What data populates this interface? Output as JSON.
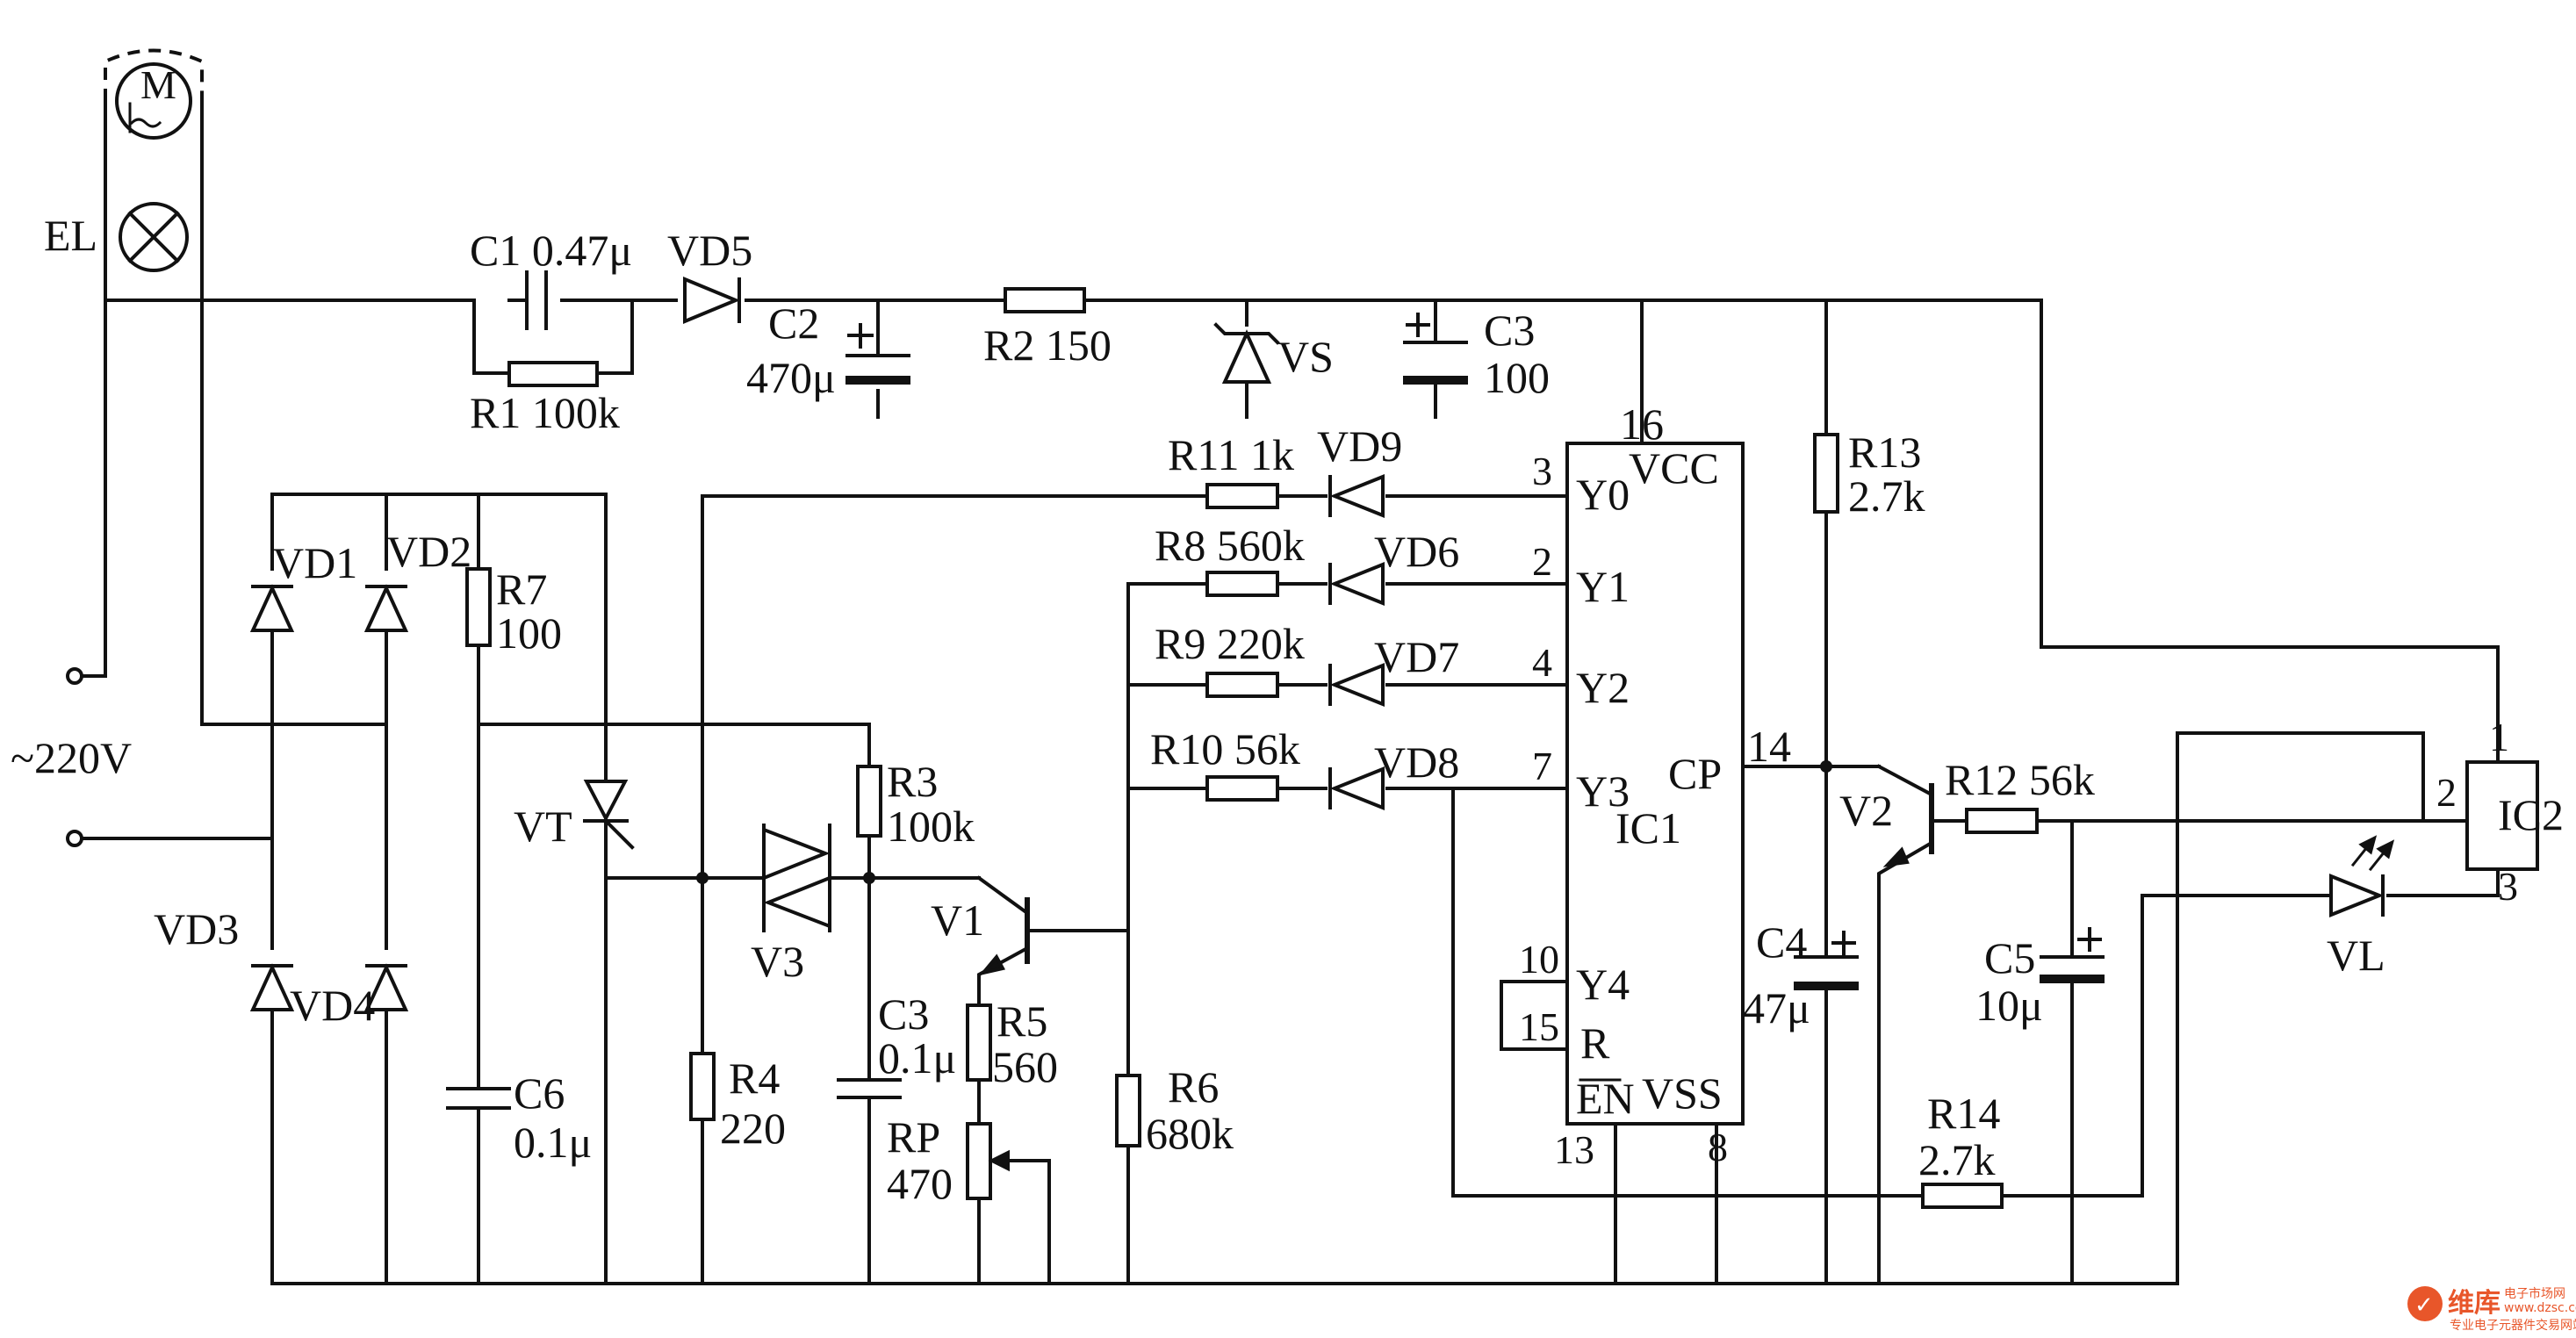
{
  "supply": {
    "mains": "~220V",
    "motor": "M",
    "lamp": "EL"
  },
  "components": {
    "c1": "C1 0.47μ",
    "vd5": "VD5",
    "c2_name": "C2",
    "c2_val": "470μ",
    "r1": "R1 100k",
    "r2": "R2 150",
    "vs": "VS",
    "c3a_name": "C3",
    "c3a_val": "100",
    "vd1": "VD1",
    "vd2": "VD2",
    "vd3": "VD3",
    "vd4": "VD4",
    "r7_name": "R7",
    "r7_val": "100",
    "vt": "VT",
    "c6_name": "C6",
    "c6_val": "0.1μ",
    "r4_name": "R4",
    "r4_val": "220",
    "v3": "V3",
    "r3_name": "R3",
    "r3_val": "100k",
    "v1": "V1",
    "c3b_name": "C3",
    "c3b_val": "0.1μ",
    "r5_name": "R5",
    "r5_val": "560",
    "rp_name": "RP",
    "rp_val": "470",
    "r6_name": "R6",
    "r6_val": "680k",
    "r11": "R11 1k",
    "vd9": "VD9",
    "r8": "R8 560k",
    "vd6": "VD6",
    "r9": "R9 220k",
    "vd7": "VD7",
    "r10": "R10 56k",
    "vd8": "VD8",
    "r13_name": "R13",
    "r13_val": "2.7k",
    "v2": "V2",
    "r12": "R12 56k",
    "c4_name": "C4",
    "c4_val": "47μ",
    "c5_name": "C5",
    "c5_val": "10μ",
    "r14_name": "R14",
    "r14_val": "2.7k",
    "vl": "VL"
  },
  "ic1": {
    "name": "IC1",
    "vcc": "VCC",
    "vss": "VSS",
    "y0": "Y0",
    "y1": "Y1",
    "y2": "Y2",
    "y3": "Y3",
    "y4": "Y4",
    "r": "R",
    "en": "EN",
    "cp": "CP",
    "pin_vcc": "16",
    "pin_y0": "3",
    "pin_y1": "2",
    "pin_y2": "4",
    "pin_y3": "7",
    "pin_y4": "10",
    "pin_r": "15",
    "pin_en": "13",
    "pin_vss": "8",
    "pin_cp": "14"
  },
  "ic2": {
    "name": "IC2",
    "pin1": "1",
    "pin2": "2",
    "pin3": "3"
  },
  "watermark": {
    "brand": "维库",
    "site": "电子市场网",
    "url": "www.dzsc.com",
    "slogan": "专业电子元器件交易网站"
  }
}
